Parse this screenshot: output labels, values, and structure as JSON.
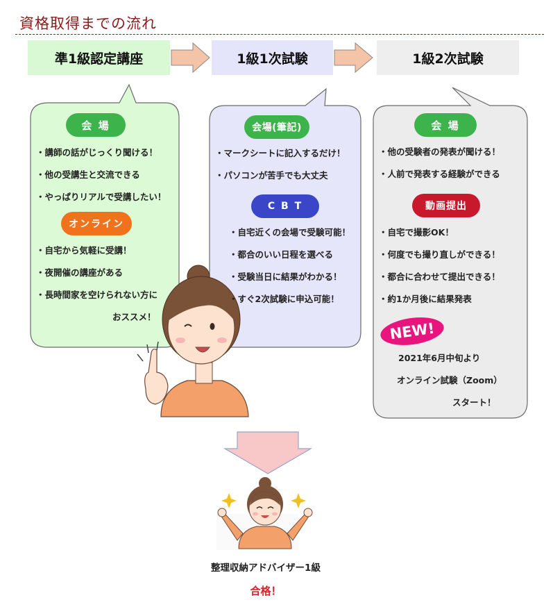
{
  "page": {
    "title": "資格取得までの流れ"
  },
  "steps": [
    {
      "label": "準1級認定講座"
    },
    {
      "label": "1級1次試験"
    },
    {
      "label": "1級2次試験"
    }
  ],
  "bubbles": {
    "course": {
      "venue_pill": "会 場",
      "venue_items": [
        "・講師の話がじっくり聞ける！",
        "・他の受講生と交流できる",
        "・やっぱりリアルで受講したい！"
      ],
      "online_pill": "オンライン",
      "online_items": [
        "・自宅から気軽に受講！",
        "・夜開催の講座がある",
        "・長時間家を空けられない方に"
      ],
      "online_tail": "おススメ！"
    },
    "exam1": {
      "venue_pill": "会場(筆記)",
      "venue_items": [
        "・マークシートに記入するだけ！",
        "・パソコンが苦手でも大丈夫"
      ],
      "cbt_pill": "C B T",
      "cbt_items": [
        "・自宅近くの会場で受験可能！",
        "・都合のいい日程を選べる",
        "・受験当日に結果がわかる！",
        "・すぐ2次試験に申込可能！"
      ]
    },
    "exam2": {
      "venue_pill": "会 場",
      "venue_items": [
        "・他の受験者の発表が聞ける！",
        "・人前で発表する経験ができる"
      ],
      "video_pill": "動画提出",
      "video_items": [
        "・自宅で撮影OK！",
        "・何度でも撮り直しができる！",
        "・都合に合わせて提出できる！",
        "・約1か月後に結果発表"
      ],
      "new_badge": "NEW!",
      "new_lines": [
        "2021年6月中旬より",
        "オンライン試験（Zoom）",
        "スタート！"
      ]
    }
  },
  "result": {
    "qualification": "整理収納アドバイザー1級",
    "passed": "合格！"
  },
  "colors": {
    "title": "#8b1a1a",
    "arrow": "#f4c4a8",
    "green_pill": "#3cb44b",
    "online_pill": "#f0721c",
    "blue_pill": "#3a45c8",
    "red_pill": "#c8182c",
    "new_badge": "#e8157e",
    "pass_text": "#d9232c"
  },
  "icons": [
    "arrow-right-icon",
    "arrow-down-icon",
    "woman-pointing-illustration",
    "woman-cheering-illustration"
  ]
}
